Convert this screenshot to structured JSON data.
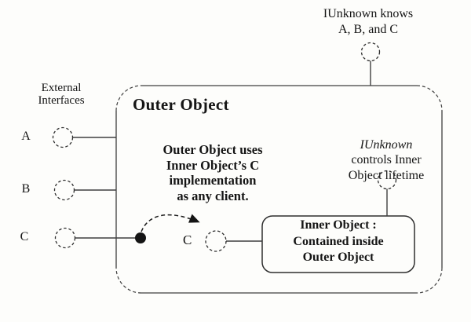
{
  "diagram": {
    "background": "#fdfdfb",
    "line_color": "#3f3f3f",
    "text_color": "#151515"
  },
  "top_annotation": {
    "text": "IUnknown knows\nA, B, and C"
  },
  "external_interfaces": {
    "heading": "External\nInterfaces",
    "items": [
      {
        "label": "A"
      },
      {
        "label": "B"
      },
      {
        "label": "C"
      }
    ]
  },
  "outer_object": {
    "title": "Outer Object",
    "usage_note": "Outer Object uses\nInner Object’s C\nimplementation\nas any client.",
    "iunknown_note": {
      "emphasized": "IUnknown",
      "rest": "controls Inner\nObject lifetime"
    },
    "delegated_interface_label": "C"
  },
  "inner_object": {
    "label": "Inner Object :\nContained inside\nOuter Object"
  }
}
